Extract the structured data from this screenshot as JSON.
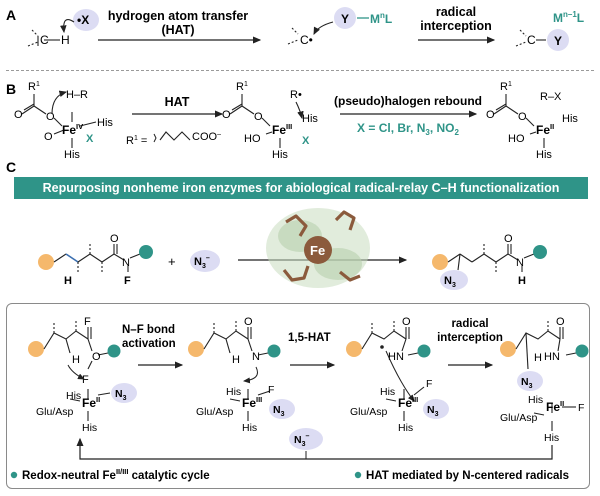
{
  "panel_a": {
    "label": "A",
    "reagent": "•X",
    "h_atom": "H",
    "c_atom": "C",
    "arrow1_line1": "hydrogen atom transfer",
    "arrow1_line2": "(HAT)",
    "radical_c": "C•",
    "y_reagent": "Y",
    "metal": "M",
    "metal_ox": "n",
    "ligand": "L",
    "arrow2_line1": "radical",
    "arrow2_line2": "interception",
    "product_metal": "M",
    "product_metal_ox": "n–1",
    "product_y": "Y"
  },
  "panel_b": {
    "label": "B",
    "r1": "R",
    "r1_sup": "1",
    "hr": "H–R",
    "fe_iv": "Fe",
    "fe_iv_ox": "IV",
    "his": "His",
    "x": "X",
    "o": "O",
    "ho": "HO",
    "r_rad": "R•",
    "fe_iii": "Fe",
    "fe_iii_ox": "III",
    "arrow1": "HAT",
    "arrow2_line1": "(pseudo)halogen rebound",
    "arrow2_line2": "X = Cl, Br, N",
    "arrow2_line2_sub": "3",
    "arrow2_line2_tail": ", NO",
    "arrow2_line2_sub2": "2",
    "r1_def": "R",
    "r1_def_sup": "1",
    "r1_def_eq": " = ",
    "coo": "COO",
    "coo_sup": "–",
    "rx": "R–X",
    "fe_ii": "Fe",
    "fe_ii_ox": "II"
  },
  "panel_c": {
    "label": "C",
    "banner": "Repurposing nonheme iron enzymes for abiological radical-relay C–H functionalization",
    "plus": "+",
    "azide": "N",
    "azide_sub": "3",
    "azide_sup": "–",
    "h": "H",
    "o": "O",
    "n": "N",
    "f": "F",
    "enzyme_fe": "Fe",
    "cycle": {
      "step1_line1": "N–F bond",
      "step1_line2": "activation",
      "step2": "1,5-HAT",
      "step3_line1": "radical",
      "step3_line2": "interception",
      "hn": "HN",
      "his": "His",
      "glu_asp": "Glu/Asp",
      "fe": "Fe",
      "fe_ii": "II",
      "fe_iii": "III",
      "f": "F",
      "n3": "N",
      "n3_sub": "3",
      "n3_sup": "–",
      "legend_left": "Redox-neutral Fe",
      "legend_left_sup": "II/III",
      "legend_left_tail": " catalytic cycle",
      "legend_right": "HAT mediated by N-centered radicals"
    }
  },
  "colors": {
    "teal": "#2f9488",
    "orange": "#f5b86c",
    "bond_blue": "#3b6fb0",
    "lavender": "#dcdcf3",
    "enzyme_brown": "#8b5a3c",
    "enzyme_green": "#c9dcc0"
  }
}
